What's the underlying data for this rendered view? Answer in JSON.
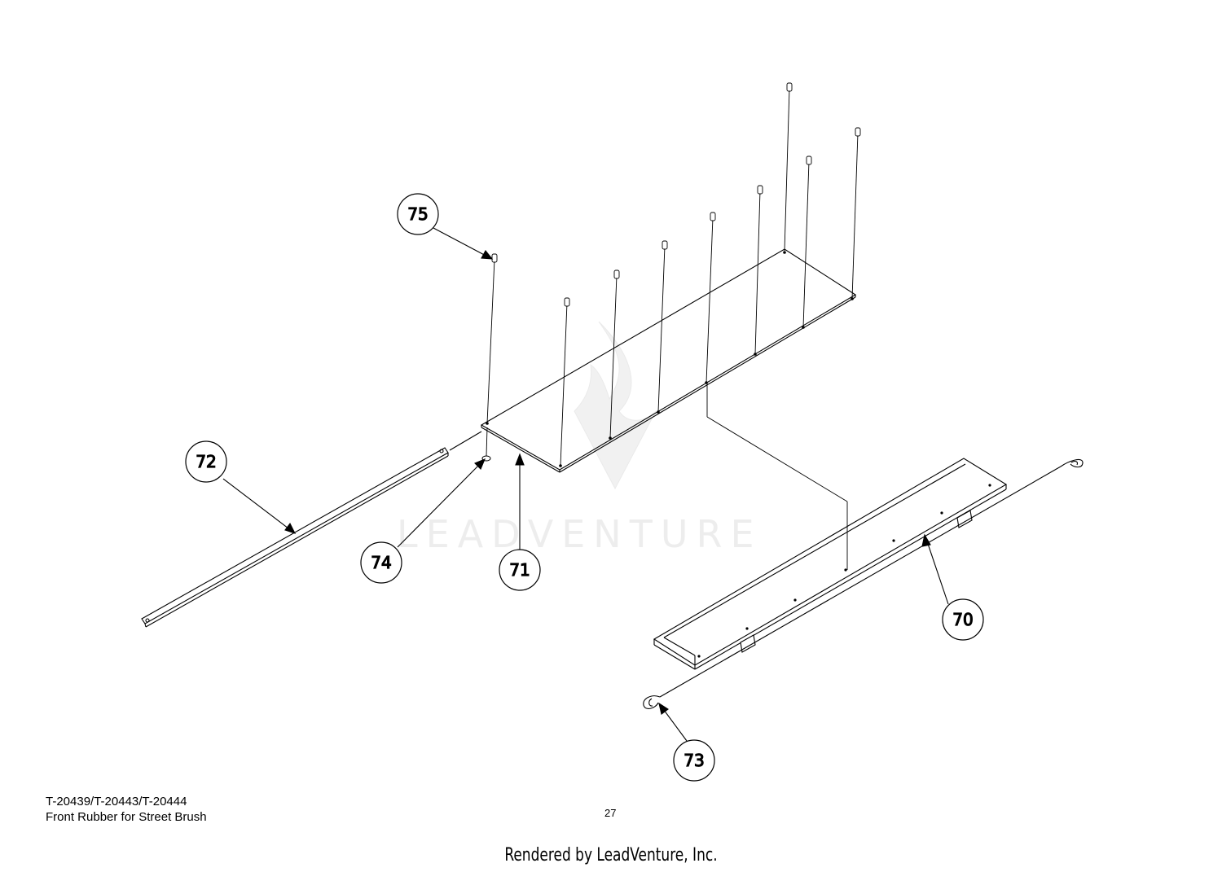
{
  "diagram": {
    "callouts": [
      {
        "id": "c75",
        "label": "75"
      },
      {
        "id": "c72",
        "label": "72"
      },
      {
        "id": "c74",
        "label": "74"
      },
      {
        "id": "c71",
        "label": "71"
      },
      {
        "id": "c70",
        "label": "70"
      },
      {
        "id": "c73",
        "label": "73"
      }
    ],
    "watermark": "LEADVENTURE"
  },
  "footer": {
    "model_numbers": "T-20439/T-20443/T-20444",
    "description": "Front Rubber for Street Brush",
    "page_number": "27",
    "rendered_by": "Rendered by LeadVenture, Inc."
  }
}
